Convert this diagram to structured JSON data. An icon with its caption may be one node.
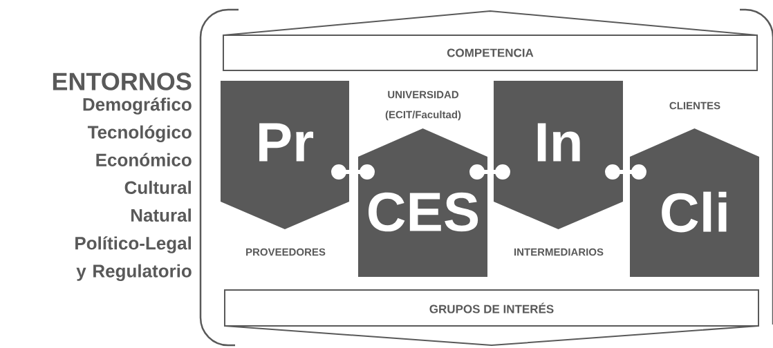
{
  "diagram": {
    "nodes": [
      {
        "text": [
          "COMPETENCIA"
        ]
      },
      {
        "text": [
          "Pr"
        ],
        "beside": [
          "PROVEEDORES"
        ]
      },
      {
        "text": [
          "CES"
        ],
        "beside": [
          "UNIVERSIDAD (ECIT/Facultad)"
        ]
      },
      {
        "text": [
          "In"
        ],
        "beside": [
          "INTERMEDIARIOS"
        ]
      },
      {
        "text": [
          "Cli"
        ],
        "beside": [
          "CLIENTES"
        ]
      },
      {
        "text": [
          "GRUPOS DE INTERÉS"
        ]
      }
    ],
    "edges": [
      {
        "from": 1,
        "to": 2,
        "arrow": "other"
      },
      {
        "from": 2,
        "to": 3,
        "arrow": "other"
      },
      {
        "from": 3,
        "to": 4,
        "arrow": "other"
      }
    ],
    "labels": [
      "ENTORNOS",
      "Demográfico",
      "Tecnológico",
      "Económico",
      "Cultural",
      "Natural",
      "Político-Legal y Regulatorio"
    ]
  }
}
